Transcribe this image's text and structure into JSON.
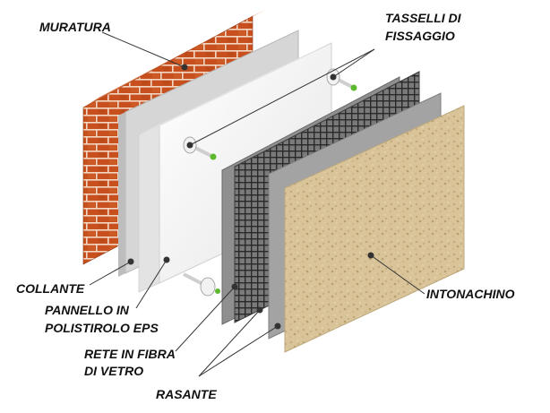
{
  "colors": {
    "brick": "#c8501e",
    "brick_dark": "#9a3a14",
    "mortar": "#f0d8c4",
    "adhesive": "#d9d9d9",
    "eps": "#f4f4f4",
    "mesh_panel": "#6d6d6d",
    "mesh_line": "#2a2a2a",
    "render_base": "#9e9e9e",
    "intonachino": "#d9c49a",
    "leader": "#333333",
    "dowel": "#e8e8e8",
    "dowel_tip": "#5cb82e"
  },
  "icons": {
    "fixing_dowel": "anchor-dowel-icon"
  },
  "labels": {
    "muratura": "MURATURA",
    "tasselli_line1": "TASSELLI DI",
    "tasselli_line2": "FISSAGGIO",
    "collante": "COLLANTE",
    "pannello_line1": "PANNELLO IN",
    "pannello_line2": "POLISTIROLO EPS",
    "rete_line1": "RETE IN FIBRA",
    "rete_line2": "DI VETRO",
    "rasante": "RASANTE",
    "intonachino": "INTONACHINO"
  }
}
